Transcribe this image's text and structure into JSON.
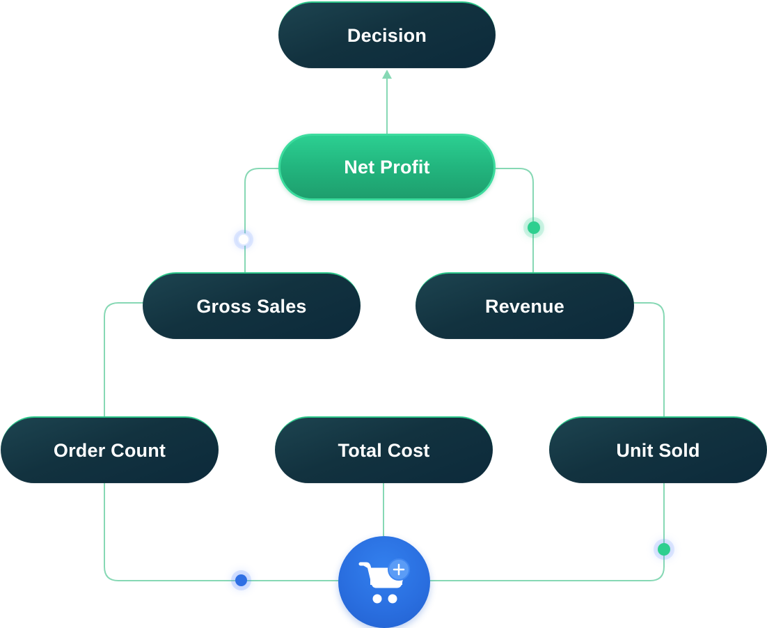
{
  "diagram": {
    "title": "Net Profit decision tree",
    "nodes": {
      "decision": "Decision",
      "net_profit": "Net Profit",
      "gross_sales": "Gross Sales",
      "revenue": "Revenue",
      "order_count": "Order Count",
      "total_cost": "Total Cost",
      "unit_sold": "Unit Sold"
    },
    "edges": [
      {
        "from": "net_profit",
        "to": "decision",
        "arrow": true
      },
      {
        "from": "gross_sales",
        "to": "net_profit"
      },
      {
        "from": "revenue",
        "to": "net_profit"
      },
      {
        "from": "order_count",
        "to": "gross_sales"
      },
      {
        "from": "unit_sold",
        "to": "revenue"
      },
      {
        "from": "order_count",
        "to": "cart"
      },
      {
        "from": "total_cost",
        "to": "cart"
      },
      {
        "from": "unit_sold",
        "to": "cart"
      }
    ],
    "hub": {
      "icon": "cart-plus-icon"
    },
    "colors": {
      "node_dark": "#12323f",
      "node_primary": "#22b57e",
      "connector": "#86d8b4",
      "accent_green": "#2ecf8f",
      "accent_blue": "#2a6fe0"
    }
  }
}
